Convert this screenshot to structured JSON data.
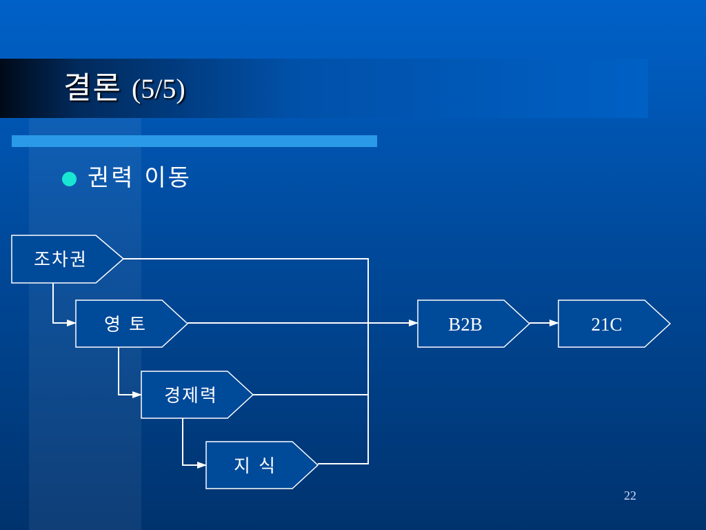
{
  "slide": {
    "title": "결론",
    "title_suffix": "(5/5)",
    "bullet": "권력 이동",
    "page_number": "22"
  },
  "diagram": {
    "nodes": [
      {
        "id": "jochagwon",
        "label": "조차권"
      },
      {
        "id": "yeongto",
        "label": "영 토"
      },
      {
        "id": "gyeongjeryeok",
        "label": "경제력"
      },
      {
        "id": "jisik",
        "label": "지 식"
      },
      {
        "id": "b2b",
        "label": "B2B"
      },
      {
        "id": "21c",
        "label": "21C"
      }
    ],
    "edges": [
      {
        "from": "jochagwon",
        "to": "yeongto"
      },
      {
        "from": "yeongto",
        "to": "gyeongjeryeok"
      },
      {
        "from": "gyeongjeryeok",
        "to": "jisik"
      },
      {
        "from": "jochagwon",
        "to": "b2b"
      },
      {
        "from": "yeongto",
        "to": "b2b"
      },
      {
        "from": "gyeongjeryeok",
        "to": "b2b"
      },
      {
        "from": "jisik",
        "to": "b2b"
      },
      {
        "from": "b2b",
        "to": "21c"
      }
    ],
    "colors": {
      "line": "#ffffff",
      "node_fill": "#004a9a"
    }
  }
}
